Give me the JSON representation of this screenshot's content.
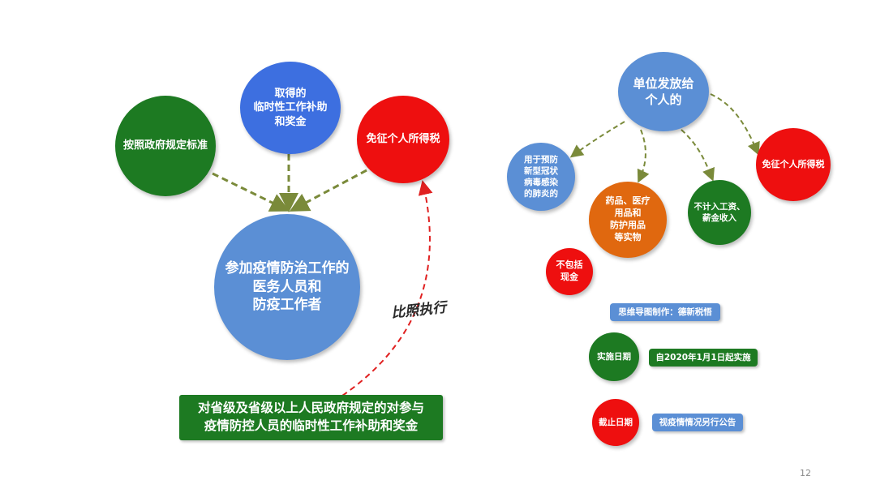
{
  "left": {
    "center": "参加疫情防治工作的\n医务人员和\n防疫工作者",
    "node_standard": "按照政府规定标准",
    "node_obtained": "取得的\n临时性工作补助\n和奖金",
    "node_exempt": "免征个人所得税",
    "reference_label": "比照执行",
    "bottom_box": "对省级及省级以上人民政府规定的对参与\n疫情防控人员的临时性工作补助和奖金"
  },
  "right": {
    "center": "单位发放给\n个人的",
    "node_prevention": "用于预防\n新型冠状\n病毒感染\n的肺炎的",
    "node_goods": "药品、医疗\n用品和\n防护用品\n等实物",
    "node_no_cash": "不包括\n现金",
    "node_not_income": "不计入工资、\n薪金收入",
    "node_exempt": "免征个人所得税",
    "credit": "思维导图制作：德新税悟",
    "start_label": "实施日期",
    "start_value": "自2020年1月1日起实施",
    "end_label": "截止日期",
    "end_value": "视疫情情况另行公告"
  },
  "page_number": "12",
  "colors": {
    "blue": "#5b8fd5",
    "dark_blue": "#3d6fe0",
    "green": "#1d7a22",
    "red": "#ee0f0f",
    "orange": "#e0680f",
    "arrow_olive": "#7a8a3a",
    "arrow_red": "#e02020"
  }
}
